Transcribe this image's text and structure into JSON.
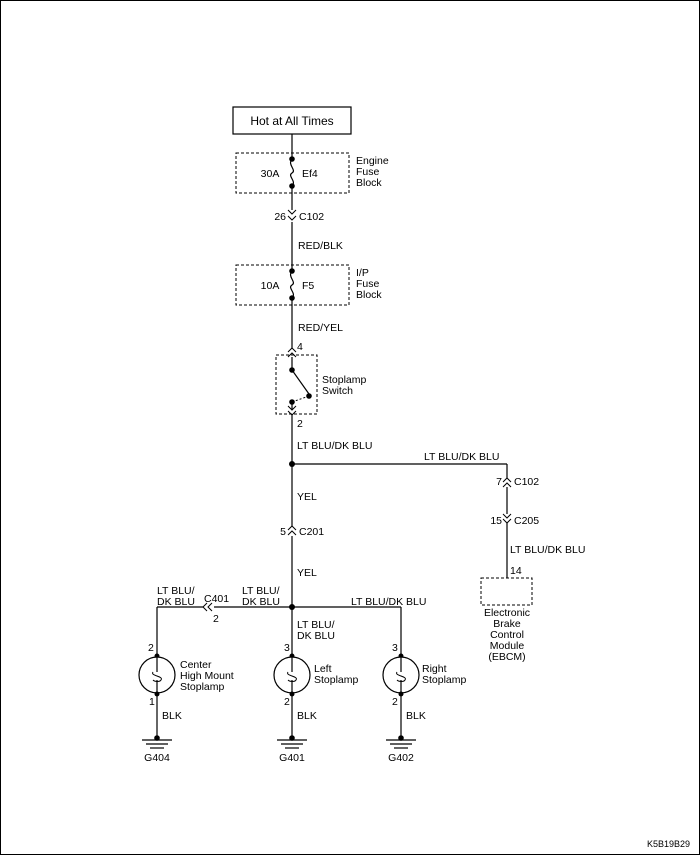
{
  "power_source": "Hot at All Times",
  "engine_fuse_block": {
    "amperage": "30A",
    "fuse": "Ef4",
    "name_lines": [
      "Engine",
      "Fuse",
      "Block"
    ]
  },
  "ip_fuse_block": {
    "amperage": "10A",
    "fuse": "F5",
    "name_lines": [
      "I/P",
      "Fuse",
      "Block"
    ]
  },
  "connector_c102_top": {
    "pin": "26",
    "name": "C102"
  },
  "wire_red_blk": "RED/BLK",
  "wire_red_yel": "RED/YEL",
  "stoplamp_switch": {
    "pin_top": "4",
    "pin_bottom": "2",
    "name_lines": [
      "Stoplamp",
      "Switch"
    ]
  },
  "wire_main": "LT BLU/DK BLU",
  "wire_to_ebcm": "LT BLU/DK BLU",
  "connector_c102_right": {
    "pin": "7",
    "name": "C102"
  },
  "connector_c205": {
    "pin": "15",
    "name": "C205"
  },
  "wire_ebcm_lower": "LT BLU/DK BLU",
  "ebcm": {
    "pin": "14",
    "name_lines": [
      "Electronic",
      "Brake",
      "Control",
      "Module",
      "(EBCM)"
    ]
  },
  "wire_yel_upper": "YEL",
  "connector_c201": {
    "pin": "5",
    "name": "C201"
  },
  "wire_yel_lower": "YEL",
  "branch_left_wire_lines": [
    "LT BLU/",
    "DK BLU"
  ],
  "connector_c401": {
    "name": "C401",
    "pin": "2"
  },
  "branch_center_label_lines": [
    "LT BLU/",
    "DK BLU"
  ],
  "branch_right_wire": "LT BLU/DK BLU",
  "left_stoplamp_wire_lines": [
    "LT BLU/",
    "DK BLU"
  ],
  "center_stoplamp": {
    "pin_top": "2",
    "pin_bottom": "1",
    "name_lines": [
      "Center",
      "High Mount",
      "Stoplamp"
    ],
    "ground_wire": "BLK",
    "ground": "G404"
  },
  "left_stoplamp": {
    "pin_top": "3",
    "pin_bottom": "2",
    "name_lines": [
      "Left",
      "Stoplamp"
    ],
    "ground_wire": "BLK",
    "ground": "G401"
  },
  "right_stoplamp": {
    "pin_top": "3",
    "pin_bottom": "2",
    "name_lines": [
      "Right",
      "Stoplamp"
    ],
    "ground_wire": "BLK",
    "ground": "G402"
  },
  "figure_code": "K5B19B29"
}
